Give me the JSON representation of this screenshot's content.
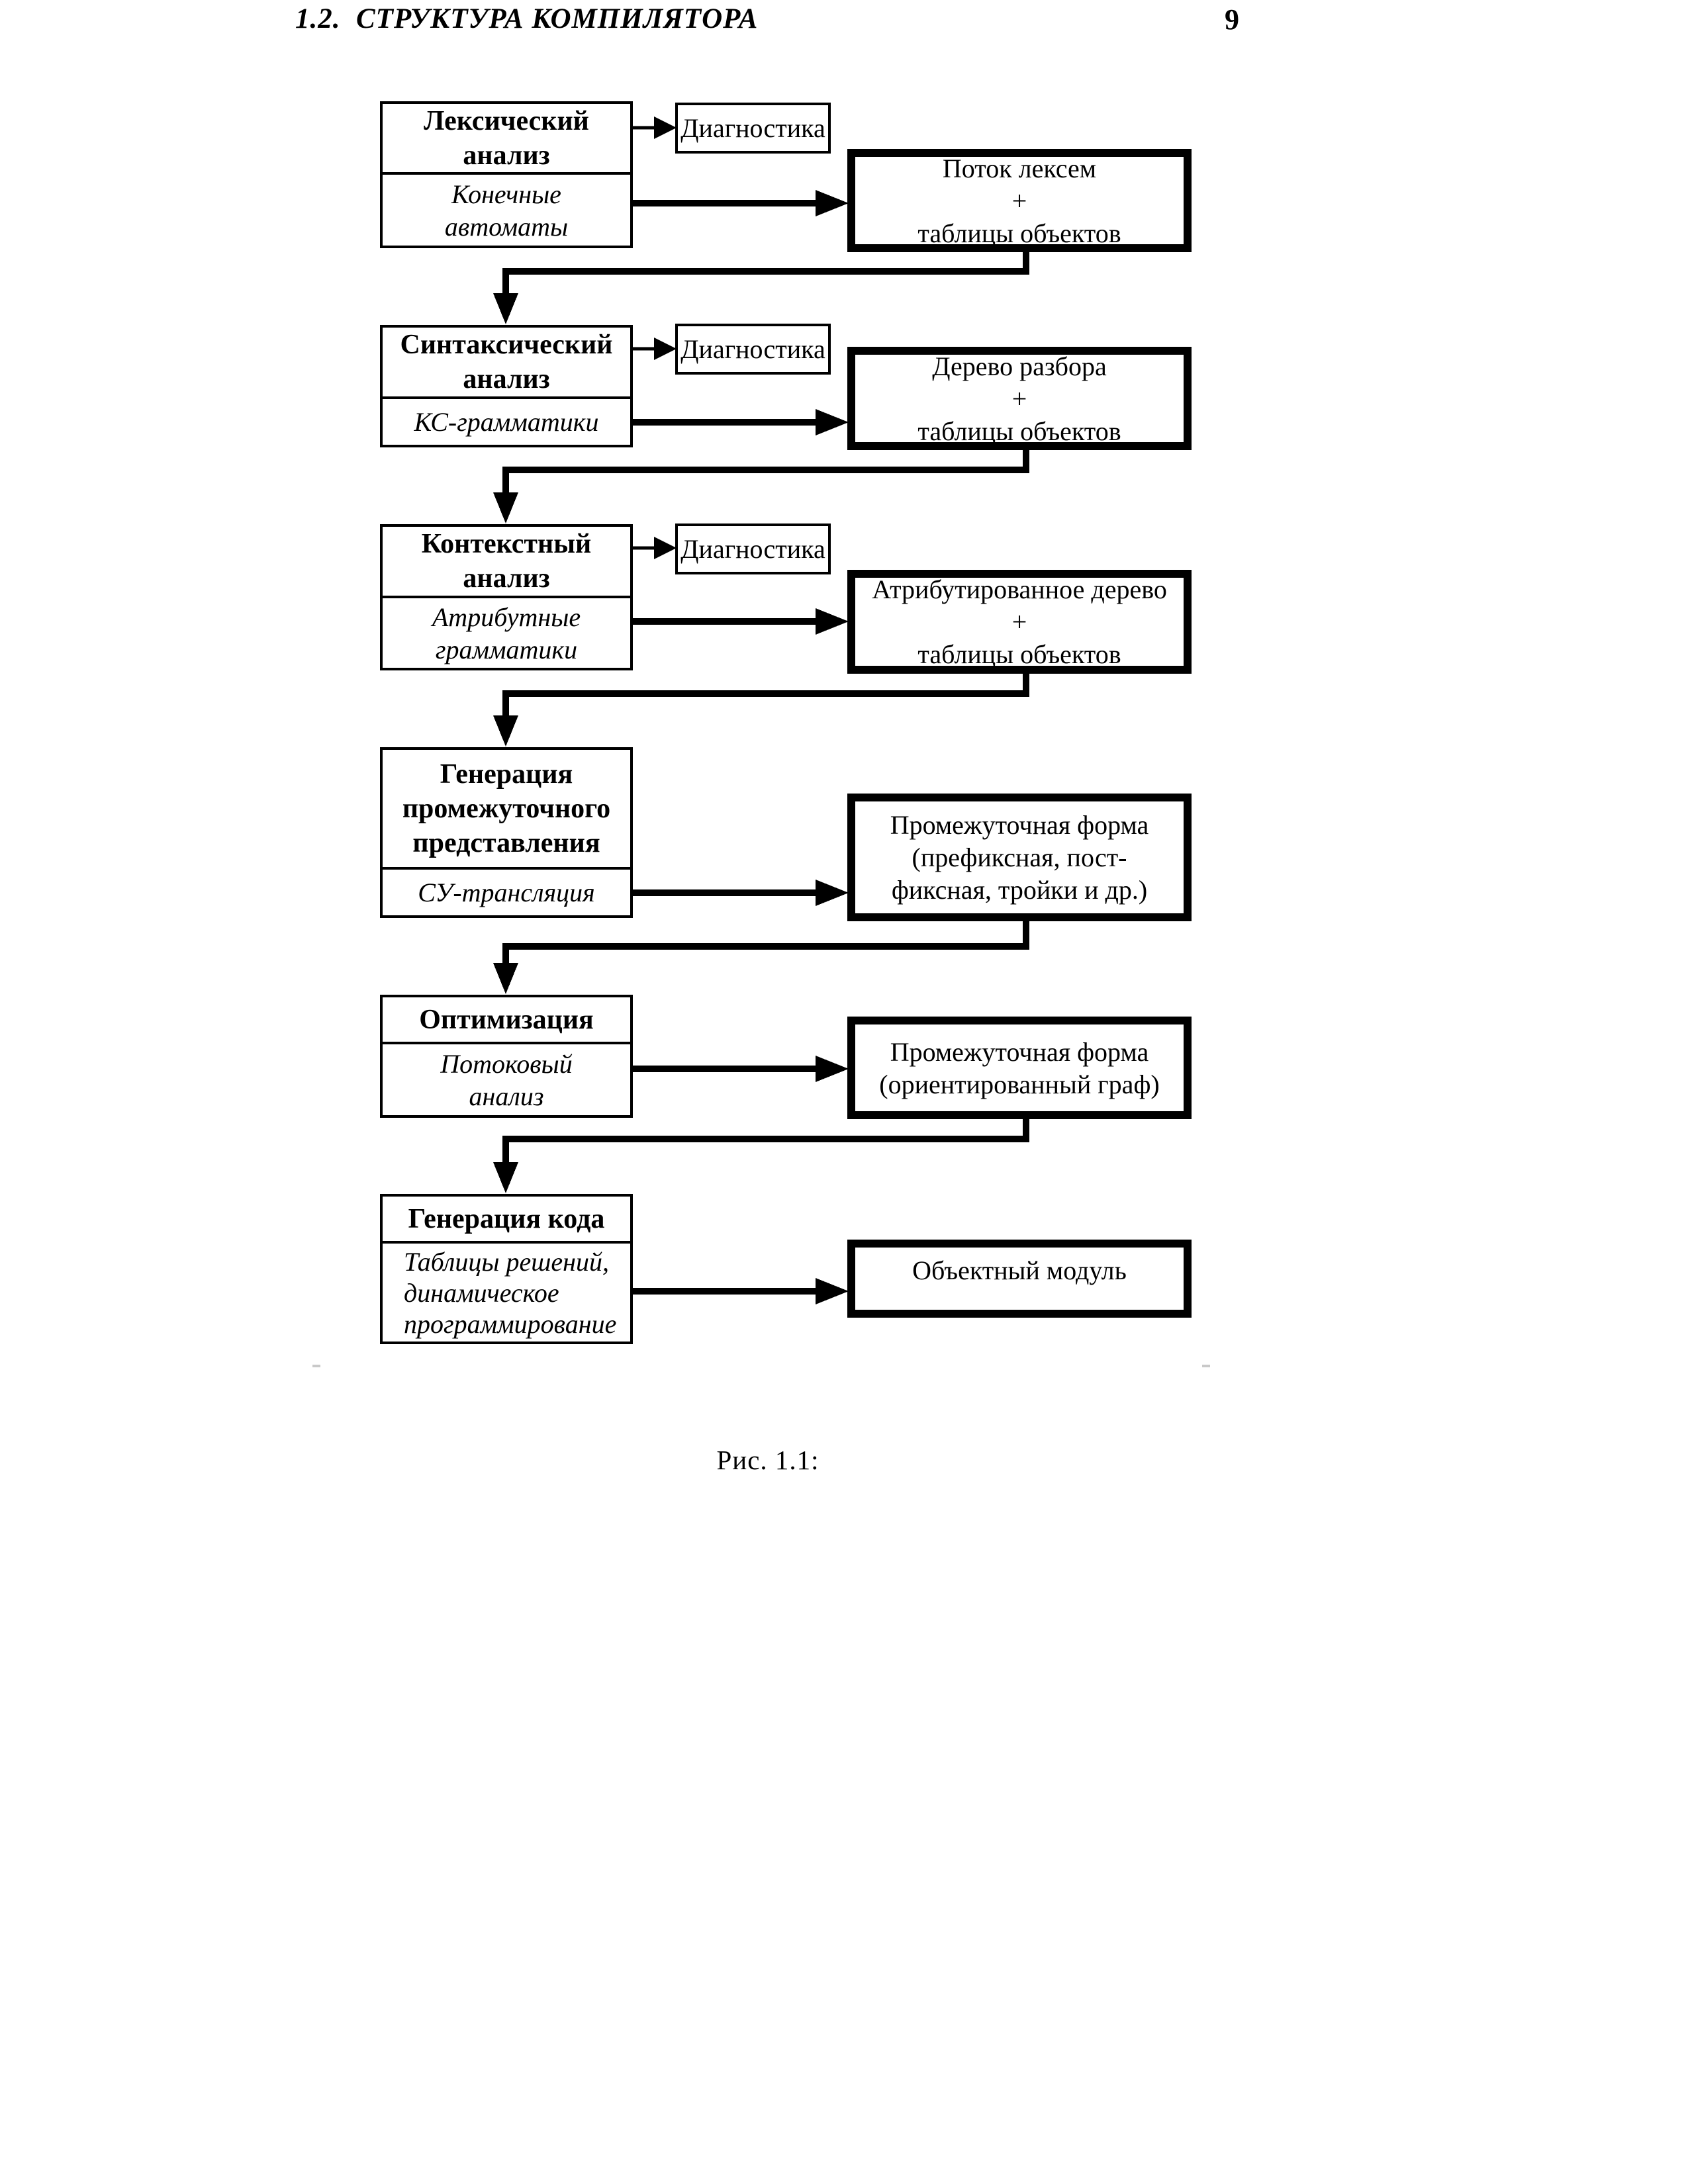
{
  "page": {
    "header": {
      "section_title": "1.2.  СТРУКТУРА КОМПИЛЯТОРА",
      "page_number": "9"
    },
    "caption": "Рис. 1.1:"
  },
  "diagram": {
    "stages": [
      {
        "title": "Лексический\nанализ",
        "method": "Конечные\nавтоматы",
        "diagnostics": "Диагностика",
        "output": "Поток лексем\n+\nтаблицы объектов"
      },
      {
        "title": "Синтаксический\nанализ",
        "method": "КС-грамматики",
        "diagnostics": "Диагностика",
        "output": "Дерево разбора\n+\nтаблицы объектов"
      },
      {
        "title": "Контекстный\nанализ",
        "method": "Атрибутные\nграмматики",
        "diagnostics": "Диагностика",
        "output": "Атрибутированное дерево\n+\nтаблицы объектов"
      },
      {
        "title": "Генерация\nпромежуточного\nпредставления",
        "method": "СУ-трансляция",
        "output": "Промежуточная форма\n(префиксная, пост-\nфиксная, тройки и др.)"
      },
      {
        "title": "Оптимизация",
        "method": "Потоковый\nанализ",
        "output": "Промежуточная форма\n(ориентированный граф)"
      },
      {
        "title": "Генерация кода",
        "method": "Таблицы решений,\nдинамическое\nпрограммирование",
        "output": "Объектный модуль"
      }
    ]
  }
}
